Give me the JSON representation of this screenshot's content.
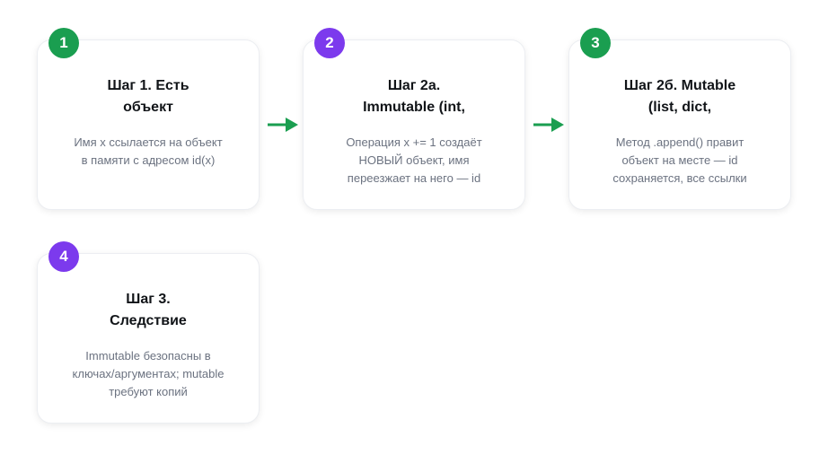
{
  "colors": {
    "badge_green": "#1a9e50",
    "badge_purple": "#7c3aed",
    "arrow_green": "#1a9e50"
  },
  "steps": [
    {
      "number": "1",
      "badge_color": "#1a9e50",
      "title_line1": "Шаг 1. Есть",
      "title_line2": "объект",
      "desc_line1": "Имя x ссылается на объект",
      "desc_line2": "в памяти с адресом id(x)",
      "desc_line3": ""
    },
    {
      "number": "2",
      "badge_color": "#7c3aed",
      "title_line1": "Шаг 2a.",
      "title_line2": "Immutable (int,",
      "desc_line1": "Операция x += 1 создаёт",
      "desc_line2": "НОВЫЙ объект, имя",
      "desc_line3": "переезжает на него — id"
    },
    {
      "number": "3",
      "badge_color": "#1a9e50",
      "title_line1": "Шаг 2б. Mutable",
      "title_line2": "(list, dict,",
      "desc_line1": "Метод .append() правит",
      "desc_line2": "объект на месте — id",
      "desc_line3": "сохраняется, все ссылки"
    },
    {
      "number": "4",
      "badge_color": "#7c3aed",
      "title_line1": "Шаг 3.",
      "title_line2": "Следствие",
      "desc_line1": "Immutable безопасны в",
      "desc_line2": "ключах/аргументах; mutable",
      "desc_line3": "требуют копий"
    }
  ],
  "arrows": [
    {
      "from": "1",
      "to": "2",
      "icon": "arrow-right-icon"
    },
    {
      "from": "2",
      "to": "3",
      "icon": "arrow-right-icon"
    }
  ]
}
